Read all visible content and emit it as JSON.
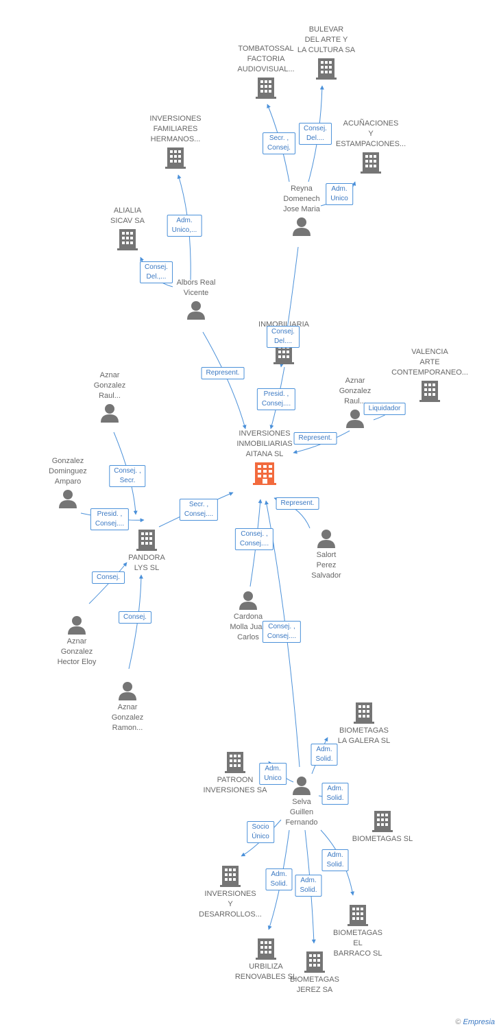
{
  "nodes": [
    {
      "id": "aitana",
      "label": "INVERSIONES\nINMOBILIARIAS\nAITANA SL",
      "icon": "building-icon",
      "main": true
    },
    {
      "id": "bulevar",
      "label": "BULEVAR\nDEL ARTE Y\nLA CULTURA SA",
      "icon": "building-icon"
    },
    {
      "id": "tombatossal",
      "label": "TOMBATOSSAL\nFACTORIA\nAUDIOVISUAL...",
      "icon": "building-icon"
    },
    {
      "id": "acunaciones",
      "label": "ACUÑACIONES\nY\nESTAMPACIONES...",
      "icon": "building-icon"
    },
    {
      "id": "reyna",
      "label": "Reyna\nDomenech\nJose Maria",
      "icon": "person-icon"
    },
    {
      "id": "familiares",
      "label": "INVERSIONES\nFAMILIARES\nHERMANOS...",
      "icon": "building-icon"
    },
    {
      "id": "alialia",
      "label": "ALIALIA\nSICAV SA",
      "icon": "building-icon"
    },
    {
      "id": "albors",
      "label": "Albors Real\nVicente",
      "icon": "person-icon"
    },
    {
      "id": "inmo_pa",
      "label": "INMOBILIARIA\nPA... SL",
      "icon": "building-icon"
    },
    {
      "id": "valencia_arte",
      "label": "VALENCIA\nARTE\nCONTEMPORANEO...",
      "icon": "building-icon"
    },
    {
      "id": "aznar_raul_r",
      "label": "Aznar\nGonzalez\nRaul...",
      "icon": "person-icon"
    },
    {
      "id": "aznar_raul_l",
      "label": "Aznar\nGonzalez\nRaul...",
      "icon": "person-icon"
    },
    {
      "id": "gonzalez_amparo",
      "label": "Gonzalez\nDominguez\nAmparo",
      "icon": "person-icon"
    },
    {
      "id": "pandora",
      "label": "PANDORA\nLYS SL",
      "icon": "building-icon"
    },
    {
      "id": "salort",
      "label": "Salort\nPerez\nSalvador",
      "icon": "person-icon"
    },
    {
      "id": "cardona",
      "label": "Cardona\nMolla Juan\nCarlos",
      "icon": "person-icon"
    },
    {
      "id": "aznar_hector",
      "label": "Aznar\nGonzalez\nHector Eloy",
      "icon": "person-icon"
    },
    {
      "id": "aznar_ramon",
      "label": "Aznar\nGonzalez\nRamon...",
      "icon": "person-icon"
    },
    {
      "id": "biometagas_galera",
      "label": "BIOMETAGAS\nLA GALERA SL",
      "icon": "building-icon"
    },
    {
      "id": "patroon",
      "label": "PATROON\nINVERSIONES SA",
      "icon": "building-icon"
    },
    {
      "id": "selva",
      "label": "Selva\nGuillen\nFernando",
      "icon": "person-icon"
    },
    {
      "id": "biometagas_sl",
      "label": "BIOMETAGAS SL",
      "icon": "building-icon"
    },
    {
      "id": "inv_desarrollos",
      "label": "INVERSIONES\nY\nDESARROLLOS...",
      "icon": "building-icon"
    },
    {
      "id": "biometagas_barraco",
      "label": "BIOMETAGAS\nEL\nBARRACO SL",
      "icon": "building-icon"
    },
    {
      "id": "urbiliza",
      "label": "URBILIZA\nRENOVABLES SL",
      "icon": "building-icon"
    },
    {
      "id": "biometagas_jerez",
      "label": "BIOMETAGAS\nJEREZ SA",
      "icon": "building-icon"
    }
  ],
  "relations": [
    {
      "id": "r1",
      "label": "Secr. ,\nConsej."
    },
    {
      "id": "r2",
      "label": "Consej.\nDel...."
    },
    {
      "id": "r3",
      "label": "Adm.\nUnico"
    },
    {
      "id": "r4",
      "label": "Adm.\nUnico,..."
    },
    {
      "id": "r5",
      "label": "Consej.\nDel.,..."
    },
    {
      "id": "r6",
      "label": "Represent."
    },
    {
      "id": "r7",
      "label": "Consej.\nDel...."
    },
    {
      "id": "r8",
      "label": "Presid. ,\nConsej...."
    },
    {
      "id": "r9",
      "label": "Liquidador"
    },
    {
      "id": "r10",
      "label": "Represent."
    },
    {
      "id": "r11",
      "label": "Consej. ,\nSecr."
    },
    {
      "id": "r12",
      "label": "Secr. ,\nConsej...."
    },
    {
      "id": "r13",
      "label": "Represent."
    },
    {
      "id": "r14",
      "label": "Presid. ,\nConsej...."
    },
    {
      "id": "r15",
      "label": "Consej. ,\nConsej...."
    },
    {
      "id": "r16",
      "label": "Consej."
    },
    {
      "id": "r17",
      "label": "Consej."
    },
    {
      "id": "r18",
      "label": "Consej. ,\nConsej...."
    },
    {
      "id": "r19",
      "label": "Adm.\nSolid."
    },
    {
      "id": "r20",
      "label": "Adm.\nUnico"
    },
    {
      "id": "r21",
      "label": "Adm.\nSolid."
    },
    {
      "id": "r22",
      "label": "Socio\nÚnico"
    },
    {
      "id": "r23",
      "label": "Adm.\nSolid."
    },
    {
      "id": "r24",
      "label": "Adm.\nSolid."
    },
    {
      "id": "r25",
      "label": "Adm.\nSolid."
    }
  ],
  "colors": {
    "main": "#f26a3d",
    "node": "#757575",
    "edge": "#4a90d9",
    "text": "#666666"
  },
  "footer": {
    "copyright": "©",
    "brand": "Empresia"
  }
}
